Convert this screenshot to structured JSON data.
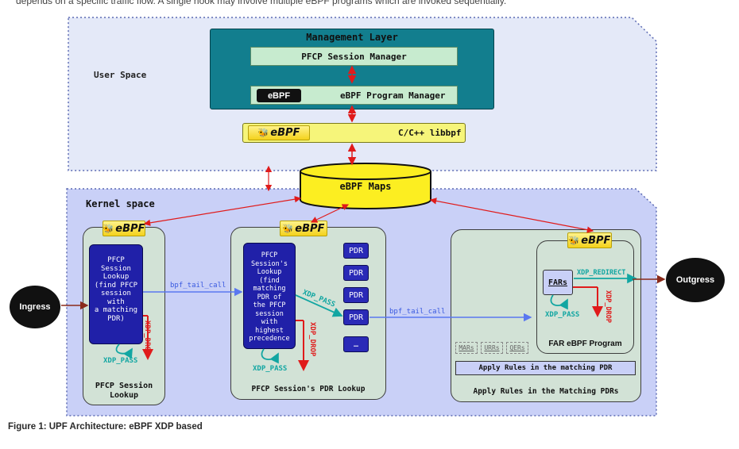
{
  "caption_top": "depends on a specific traffic flow. A single hook may involve multiple eBPF programs which are invoked sequentially.",
  "user_space": {
    "label": "User Space",
    "management_layer": {
      "title": "Management Layer",
      "pfcp_session_manager": "PFCP Session Manager",
      "ebpf_badge": "eBPF",
      "ebpf_program_manager": "eBPF Program Manager"
    },
    "libbpf_bar": {
      "logo": "eBPF",
      "label": "C/C++ libbpf"
    }
  },
  "ebpf_maps": "eBPF Maps",
  "kernel_space": {
    "label": "Kernel space",
    "ingress": "Ingress",
    "outgress": "Outgress",
    "session_lookup": {
      "badge": "eBPF",
      "inner": [
        "PFCP",
        "Session",
        "Lookup",
        "(find PFCP",
        "session",
        "with",
        "a matching",
        "PDR)"
      ],
      "xdp_drop": "XDP_DROP",
      "xdp_pass": "XDP_PASS",
      "title": [
        "PFCP Session",
        "Lookup"
      ]
    },
    "tail_call_1": "bpf_tail_call",
    "pdr_lookup": {
      "badge": "eBPF",
      "inner": [
        "PFCP",
        "Session's",
        "Lookup",
        "(find",
        "matching",
        "PDR of",
        "the PFCP",
        "session",
        "with",
        "highest",
        "precedence"
      ],
      "xdp_pass_diag": "XDP_PASS",
      "xdp_drop": "XDP_DROP",
      "xdp_pass": "XDP_PASS",
      "pdr_items": [
        "PDR",
        "PDR",
        "PDR",
        "PDR",
        "…"
      ],
      "title": "PFCP Session's PDR Lookup"
    },
    "tail_call_2": "bpf_tail_call",
    "apply_rules": {
      "badge": "eBPF",
      "fars": "FARs",
      "xdp_redirect": "XDP_REDIRECT",
      "xdp_drop": "XDP_DROP",
      "xdp_pass": "XDP_PASS",
      "program_title": "FAR eBPF Program",
      "rule_tags": [
        "MARs",
        "URRs",
        "QERs"
      ],
      "apply_bar": "Apply Rules in the matching PDR",
      "title": "Apply Rules in the Matching PDRs"
    }
  },
  "figure_caption": "Figure 1: UPF Architecture: eBPF XDP based",
  "colors": {
    "user_space_bg": "#e4e9f8",
    "kernel_space_bg": "#c9d0f7",
    "management_teal": "#127e8e",
    "light_green": "#c7ebcf",
    "panel_gray": "#d2e2d6",
    "pdr_blue": "#2a2ab7",
    "arrow_red": "#e01b1b",
    "arrow_blue": "#5a78f0",
    "teal_text": "#12a6a2",
    "yellow": "#fcee21"
  }
}
